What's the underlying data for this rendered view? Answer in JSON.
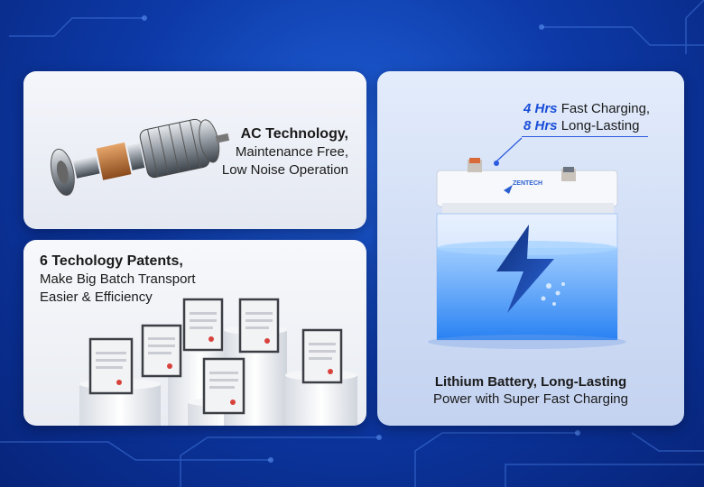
{
  "ac_panel": {
    "title": "AC Technology,",
    "line2": "Maintenance Free,",
    "line3": "Low Noise Operation"
  },
  "patents_panel": {
    "title": "6 Techology Patents,",
    "line2": "Make Big Batch Transport",
    "line3": "Easier & Efficiency"
  },
  "battery_panel": {
    "charge_hours": "4 Hrs",
    "charge_text": " Fast Charging,",
    "lasting_hours": "8 Hrs",
    "lasting_text": " Long-Lasting",
    "brand": "ZENTECH",
    "bottom_title": "Lithium Battery, Long-Lasting",
    "bottom_line2": "Power with Super Fast Charging"
  },
  "colors": {
    "background": "#0d3aa8",
    "accent": "#1a4fd8"
  }
}
